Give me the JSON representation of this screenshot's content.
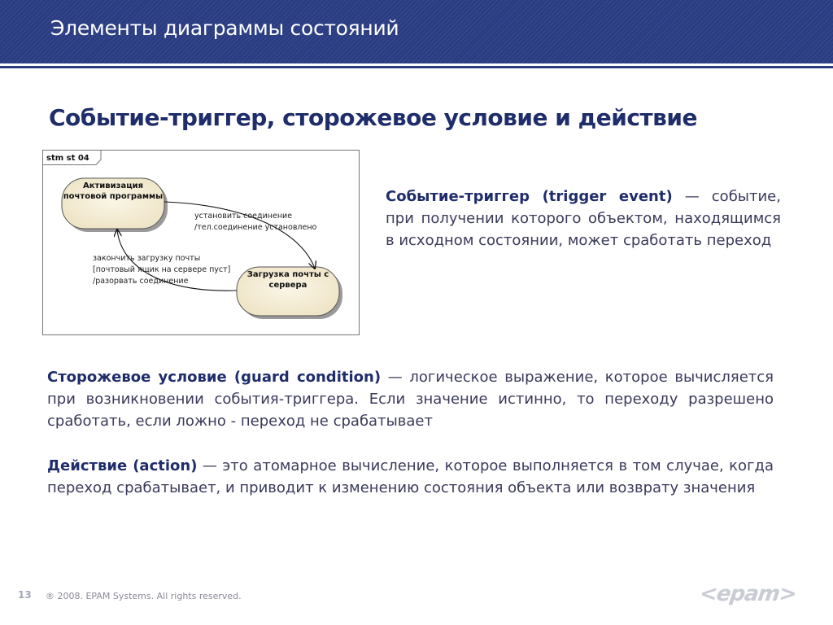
{
  "header": {
    "title": "Элементы диаграммы состояний"
  },
  "slide_title": "Событие-триггер,  сторожевое условие и действие",
  "diagram": {
    "frame_label": "stm st 04",
    "state1_line1": "Активизация",
    "state1_line2": "почтовой программы",
    "state2_line1": "Загрузка почты с",
    "state2_line2": "сервера",
    "t1_line1": "установить соединение",
    "t1_line2": "/тел.соединение установлено",
    "t2_line1": "закончить загрузку почты",
    "t2_line2": "[почтовый ящик на сервере пуст]",
    "t2_line3": "/разорвать соединение"
  },
  "trigger": {
    "term": "Событие-триггер (trigger event)",
    "text": " — событие, при получении которого объектом, находящимся в исходном состоянии, может сработать переход"
  },
  "guard": {
    "term": "Сторожевое условие (guard condition)",
    "text": " — логическое выражение, которое вычисляется при возникновении события-триггера. Если значение истинно, то переходу разрешено сработать, если ложно - переход не срабатывает"
  },
  "action": {
    "term": "Действие (action)",
    "text": " — это атомарное вычисление, которое выполняется в том случае, когда переход срабатывает, и приводит к изменению состояния объекта или возврату значения"
  },
  "footer": {
    "page": "13",
    "copyright": "® 2008. EPAM Systems. All rights reserved.",
    "logo_text": "<epam>"
  }
}
